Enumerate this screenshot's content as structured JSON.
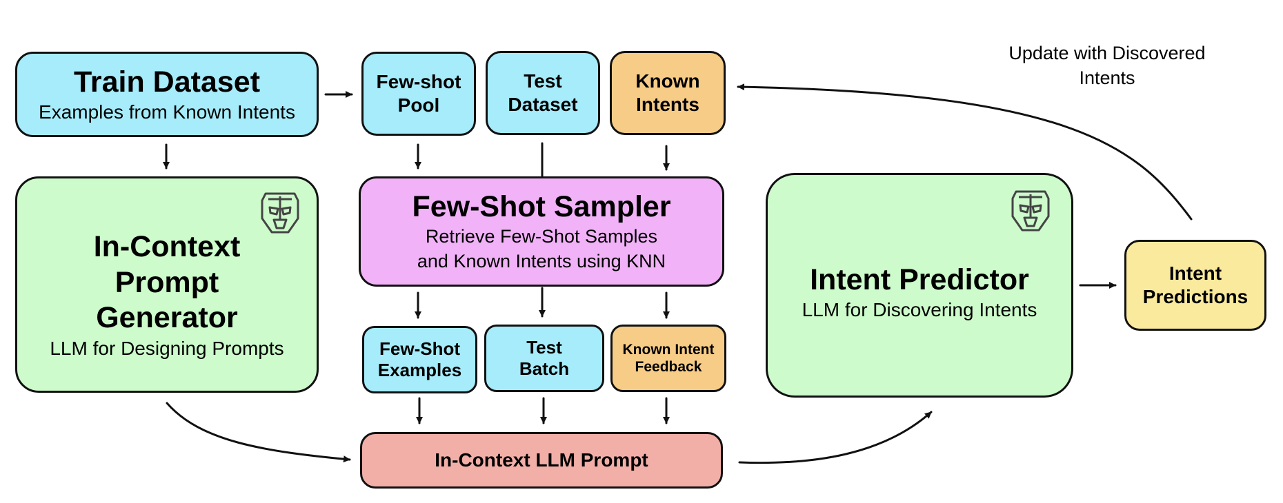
{
  "boxes": {
    "train_dataset": {
      "title": "Train Dataset",
      "subtitle": "Examples from Known Intents"
    },
    "few_shot_pool": {
      "title": "Few-shot Pool"
    },
    "test_dataset": {
      "title": "Test Dataset"
    },
    "known_intents": {
      "title": "Known Intents"
    },
    "prompt_generator": {
      "title": "In-Context Prompt Generator",
      "subtitle": "LLM for Designing Prompts"
    },
    "few_shot_sampler": {
      "title": "Few-Shot Sampler",
      "subtitle": "Retrieve Few-Shot Samples and Known Intents using KNN"
    },
    "few_shot_examples": {
      "title": "Few-Shot Examples"
    },
    "test_batch": {
      "title": "Test Batch"
    },
    "known_intent_feedback": {
      "title": "Known Intent Feedback"
    },
    "llm_prompt": {
      "title": "In-Context LLM Prompt"
    },
    "intent_predictor": {
      "title": "Intent Predictor",
      "subtitle": "LLM for Discovering Intents"
    },
    "intent_predictions": {
      "title": "Intent Predictions"
    }
  },
  "annotations": {
    "update_label": "Update with Discovered Intents"
  },
  "icons": {
    "prompt_generator_icon": "robot-mask-icon",
    "intent_predictor_icon": "robot-mask-icon"
  },
  "colors": {
    "cyan": "#a6ecfb",
    "orange": "#f6cc87",
    "green": "#cdfbcb",
    "pink": "#f1b2f7",
    "salmon": "#f2afa8",
    "yellow": "#faea9e"
  }
}
